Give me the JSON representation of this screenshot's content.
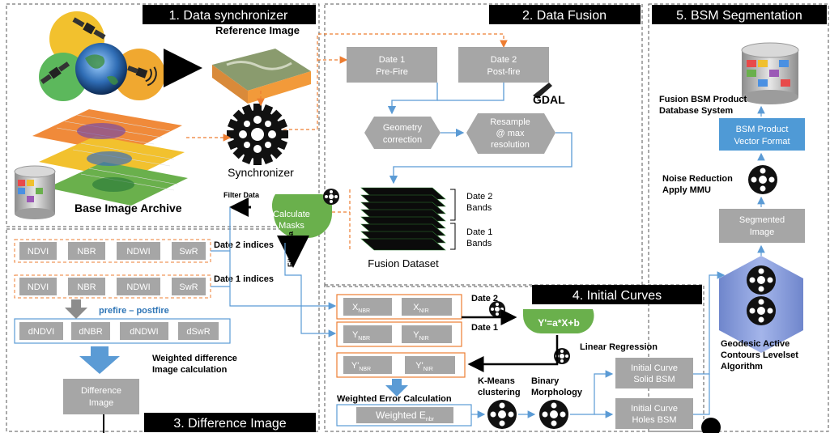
{
  "panels": {
    "p1": "1. Data synchronizer",
    "p2": "2. Data Fusion",
    "p3": "3. Difference Image",
    "p4": "4. Initial Curves",
    "p5": "5. BSM Segmentation"
  },
  "sync": {
    "reference_image": "Reference Image",
    "synchronizer": "Synchronizer",
    "base_archive": "Base Image Archive",
    "filter_data": "Filter Data",
    "filter_data_v": "Filter Data",
    "calculate_masks": [
      "Calculate",
      "Masks"
    ]
  },
  "fusion": {
    "date1": [
      "Date 1",
      "Pre-Fire"
    ],
    "date2": [
      "Date 2",
      "Post-fire"
    ],
    "gdal": "GDAL",
    "geometry": [
      "Geometry",
      "correction"
    ],
    "resample": [
      "Resample",
      "@ max",
      "resolution"
    ],
    "date2_bands": [
      "Date 2",
      "Bands"
    ],
    "date1_bands": [
      "Date 1",
      "Bands"
    ],
    "fusion_dataset": "Fusion Dataset"
  },
  "difference": {
    "date2_indices": "Date 2 indices",
    "date1_indices": "Date 1 indices",
    "row1": [
      "NDVI",
      "NBR",
      "NDWI",
      "SwR"
    ],
    "row2": [
      "NDVI",
      "NBR",
      "NDWI",
      "SwR"
    ],
    "row3": [
      "dNDVI",
      "dNBR",
      "dNDWI",
      "dSwR"
    ],
    "prefire_postfire": "prefire – postfire",
    "weighted_diff": [
      "Weighted difference",
      "Image calculation"
    ],
    "difference_image": [
      "Difference",
      "Image"
    ]
  },
  "curves": {
    "xnbr": "X",
    "xnbr_sub": "NBR",
    "xnir": "X",
    "xnir_sub": "NIR",
    "ynbr": "Y",
    "ynbr_sub": "NBR",
    "ynir": "Y",
    "ynir_sub": "NIR",
    "ypnbr": "Y'",
    "ypnbr_sub": "NBR",
    "ypnir": "Y'",
    "ypnir_sub": "NIR",
    "date2": "Date 2",
    "date1": "Date 1",
    "equation": "Y'=a*X+b",
    "linear_regression": "Linear Regression",
    "weighted_error_calc": "Weighted Error Calculation",
    "weighted_e": "Weighted E",
    "weighted_e_sub": "nbr",
    "kmeans": [
      "K-Means",
      "clustering"
    ],
    "binary": [
      "Binary",
      "Morphology"
    ],
    "solid": [
      "Initial Curve",
      "Solid BSM"
    ],
    "holes": [
      "Initial Curve",
      "Holes BSM"
    ]
  },
  "bsm": {
    "database": [
      "Fusion BSM Product",
      "Database System"
    ],
    "vector": [
      "BSM Product",
      "Vector Format"
    ],
    "noise": [
      "Noise Reduction",
      "Apply MMU"
    ],
    "segmented": [
      "Segmented",
      "Image"
    ],
    "geodesic": [
      "Geodesic Active",
      "Contours Levelset",
      "Algorithm"
    ]
  },
  "colors": {
    "gray_box": "#a6a6a6",
    "blue_box": "#4f9ad6",
    "green_mask": "#6ab04c",
    "blue_line": "#5b9bd5",
    "orange_line": "#ed7d31",
    "hexagon": "#7f96d6"
  }
}
